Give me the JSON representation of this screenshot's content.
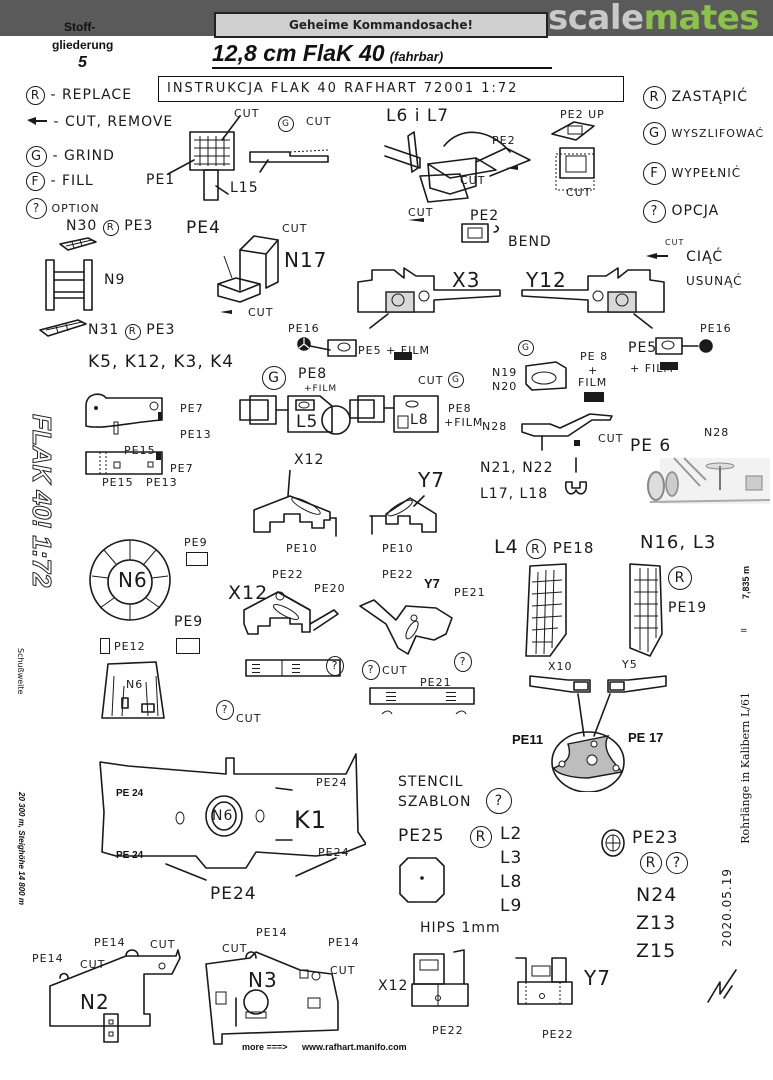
{
  "header": {
    "brand_part1": "scale",
    "brand_part2": "mates",
    "brand_colors": {
      "scale": "#c9c9c9",
      "mates": "#8bc34a",
      "bar": "#5a5a5a"
    },
    "stamp": "Geheime Kommandosache!"
  },
  "doc": {
    "stoff_label_1": "Stoff-",
    "stoff_label_2": "gliederung",
    "stoff_number": "5",
    "title_main": "12,8 cm FlaK 40",
    "title_sub": "(fahrbar)",
    "instruction_line": "INSTRUKCJA  FLAK 40  RAFHART  72001   1:72"
  },
  "legend_en": [
    {
      "symbol": "R",
      "text": "- REPLACE"
    },
    {
      "symbol": "cut-arrow",
      "text": "- CUT, REMOVE"
    },
    {
      "symbol": "G",
      "text": "- GRIND"
    },
    {
      "symbol": "F",
      "text": "- FILL"
    },
    {
      "symbol": "?",
      "text": "OPTION"
    }
  ],
  "legend_pl": [
    {
      "symbol": "R",
      "text": "ZASTĄPIĆ"
    },
    {
      "symbol": "G",
      "text": "WYSZLIFOWAĆ"
    },
    {
      "symbol": "F",
      "text": "WYPEŁNIĆ"
    },
    {
      "symbol": "?",
      "text": "OPCJA"
    },
    {
      "symbol": "cut-arrow",
      "text": "CIĄĆ",
      "sub": "CUT",
      "text2": "USUNĄĆ"
    }
  ],
  "steps": {
    "pe1": {
      "cut": "CUT",
      "pe": "PE1",
      "part": "L15",
      "g": "G",
      "cut2": "CUT"
    },
    "l6l7": {
      "title": "L6 i L7",
      "pe2a": "PE2",
      "pe2up": "PE2 UP",
      "cut_a": "CUT",
      "cut_b": "CUT",
      "cut_c": "CUT",
      "pe2b": "PE2",
      "bend": "BEND"
    },
    "n9": {
      "top": "N30",
      "top_pe": "PE3",
      "part": "N9",
      "bottom": "N31",
      "bottom_pe": "PE3"
    },
    "n17": {
      "pe": "PE4",
      "cut_top": "CUT",
      "part": "N17",
      "cut_bottom": "CUT"
    },
    "x3": {
      "part": "X3",
      "pe16": "PE16",
      "pe5": "PE5",
      "film": "+ FILM"
    },
    "y12": {
      "part": "Y12",
      "pe16": "PE16",
      "pe5": "PE5",
      "film": "+ FILM"
    },
    "k_parts": "K5, K12, K3, K4",
    "k_detail": {
      "pe7a": "PE7",
      "pe13a": "PE13",
      "pe15a": "PE15",
      "pe7b": "PE7",
      "pe15b": "PE15",
      "pe13b": "PE13"
    },
    "l5": {
      "g": "G",
      "pe": "PE8",
      "film": "+FILM",
      "part": "L5"
    },
    "l8": {
      "cut": "CUT",
      "g": "G",
      "pe": "PE8",
      "film": "+FILM",
      "part": "L8"
    },
    "n19": {
      "g": "G",
      "part_a": "N19",
      "part_b": "N20",
      "pe": "PE 8",
      "plus": "+",
      "film": "FILM"
    },
    "n28": {
      "part": "N28",
      "cut": "CUT",
      "parts_a": "N21, N22",
      "parts_b": "L17, L18"
    },
    "pe6": {
      "pe": "PE 6",
      "part": "N28"
    },
    "x12y7": {
      "x12": "X12",
      "y7": "Y7",
      "pe10a": "PE10",
      "pe10b": "PE10"
    },
    "n6": {
      "pe9a": "PE9",
      "part": "N6",
      "pe9b": "PE9",
      "pe12": "PE12",
      "part2": "N6"
    },
    "x12b": {
      "part": "X12",
      "pe22": "PE22",
      "pe20": "PE20",
      "opt": "?",
      "cut": "CUT"
    },
    "y7b": {
      "pe22": "PE22",
      "part": "Y7",
      "pe21": "PE21",
      "opt_cut": "CUT",
      "pe21b": "PE21"
    },
    "l4": {
      "part": "L4",
      "pe": "PE18"
    },
    "n16": {
      "parts": "N16, L3",
      "pe": "PE19"
    },
    "wheel": {
      "x10": "X10",
      "y5": "Y5",
      "pe11": "PE11",
      "pe17": "PE 17"
    },
    "k1": {
      "pe24a": "PE 24",
      "pe24b": "PE24",
      "pe24c": "PE 24",
      "pe24d": "PE24",
      "n6": "N6",
      "part": "K1",
      "pe24_bottom": "PE24"
    },
    "stencil": {
      "line1": "STENCIL",
      "line2": "SZABLON",
      "pe": "PE25",
      "parts": [
        "L2",
        "L3",
        "L8",
        "L9"
      ],
      "hips": "HIPS 1mm"
    },
    "pe23": {
      "pe": "PE23",
      "parts": [
        "N24",
        "Z13",
        "Z15"
      ]
    },
    "n2": {
      "pe14a": "PE14",
      "cut_a": "CUT",
      "pe14b": "PE14",
      "cut_b": "CUT",
      "part": "N2"
    },
    "n3": {
      "cut_a": "CUT",
      "pe14a": "PE14",
      "pe14b": "PE14",
      "cut_b": "CUT",
      "part": "N3"
    },
    "hips": {
      "x12": "X12",
      "y7": "Y7",
      "pe22a": "PE22",
      "pe22b": "PE22"
    }
  },
  "margin_text": {
    "left_big": "FLAK 40!  1:72",
    "left_small_1": "Schußweite",
    "left_small_2": "20 300 m, Steighöhe 14 800 m",
    "right_1": "7,835 m",
    "right_2": "=",
    "right_3": "Rohrlänge in Kalibern L/61",
    "right_date": "2020.05.19"
  },
  "footer": {
    "more": "more ===>",
    "url": "www.rafhart.manifo.com"
  }
}
